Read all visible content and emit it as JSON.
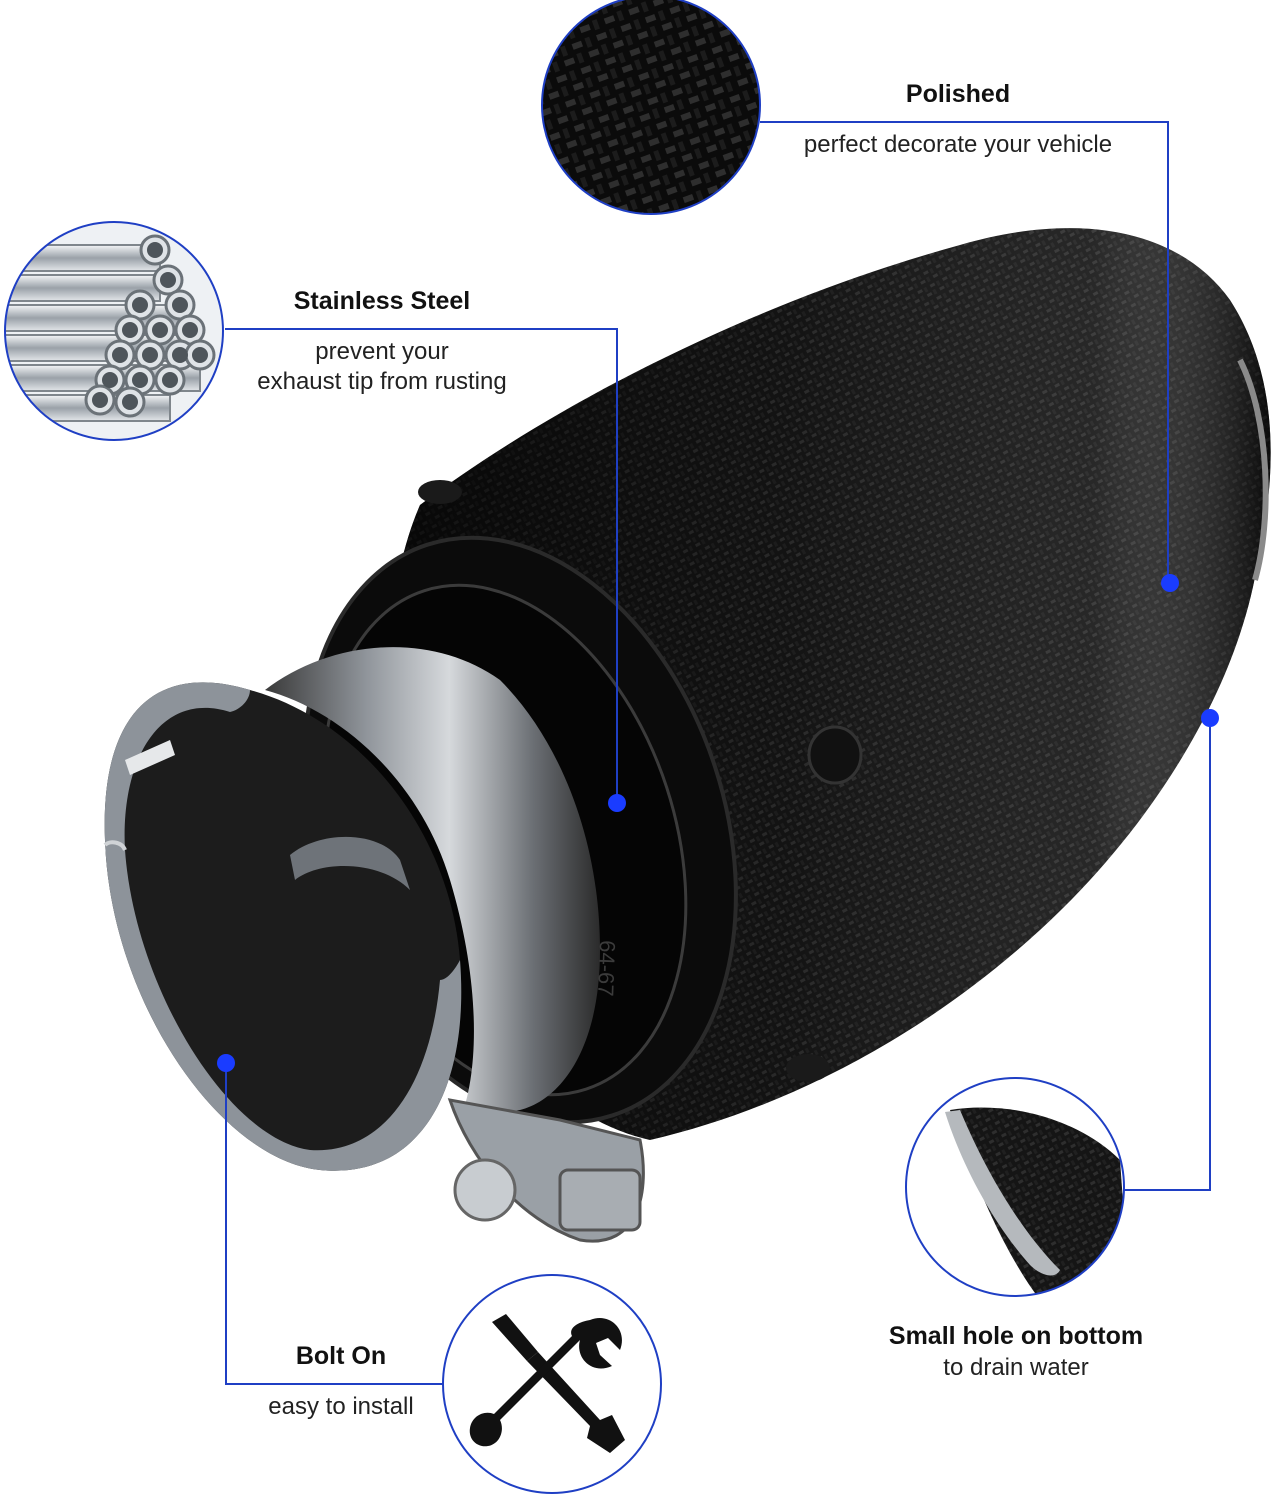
{
  "colors": {
    "callout_line": "#1f3fc4",
    "callout_dot": "#1a3cff",
    "carbon": "#141414",
    "steel": "#b9bec4"
  },
  "callouts": {
    "polished": {
      "title": "Polished",
      "desc": "perfect decorate your vehicle",
      "icon": "carbon-fiber-weave-icon"
    },
    "stainless": {
      "title": "Stainless Steel",
      "desc_line1": "prevent your",
      "desc_line2": "exhaust tip from rusting",
      "icon": "steel-pipes-icon"
    },
    "bolt": {
      "title": "Bolt On",
      "desc": "easy to install",
      "icon": "screwdriver-wrench-icon"
    },
    "hole": {
      "title": "Small hole on bottom",
      "desc": "to drain water",
      "icon": "carbon-tip-bottom-icon"
    }
  },
  "product": {
    "clamp_marking": "64-67"
  }
}
